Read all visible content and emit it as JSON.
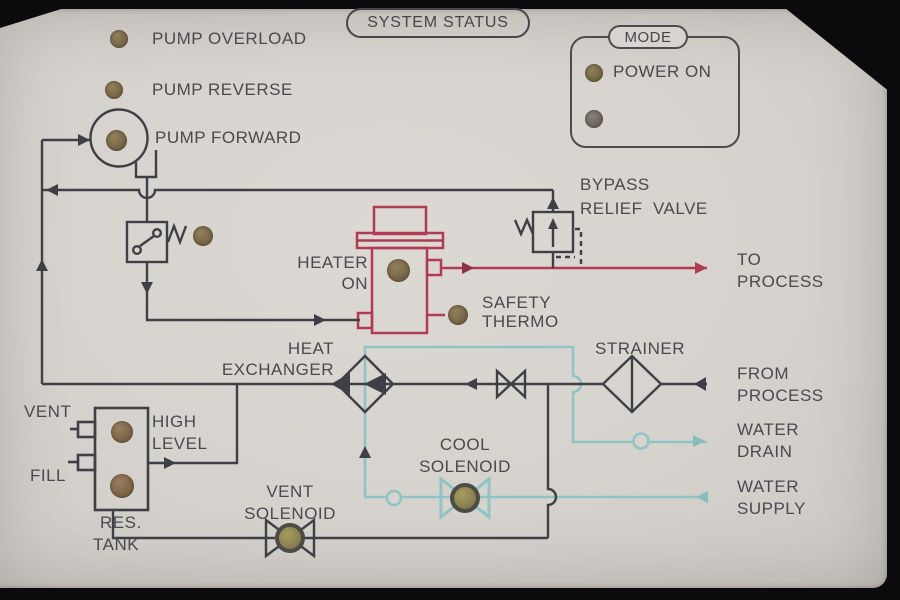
{
  "title": "SYSTEM STATUS",
  "colors": {
    "panel": "#d7d3ce",
    "pipe_line": "#3f3f46",
    "heater_red": "#b13c52",
    "cooling_teal": "#90c4c4",
    "text": "#49494f",
    "led_unlit_olive": "#7c6a49",
    "led_unlit_brown": "#7d6448"
  },
  "status_leds": {
    "overload": "PUMP OVERLOAD",
    "reverse": "PUMP REVERSE",
    "forward": "PUMP FORWARD"
  },
  "mode": {
    "label": "MODE",
    "power_on": "POWER ON"
  },
  "components": {
    "heater": {
      "line1": "HEATER",
      "line2": "ON"
    },
    "safety_thermo": {
      "line1": "SAFETY",
      "line2": "THERMO"
    },
    "bypass_valve": {
      "line1": "BYPASS",
      "line2": "RELIEF  VALVE"
    },
    "heat_exchanger": {
      "line1": "HEAT",
      "line2": "EXCHANGER"
    },
    "strainer": {
      "label": "STRAINER"
    },
    "cool_solenoid": {
      "line1": "COOL",
      "line2": "SOLENOID"
    },
    "vent_solenoid": {
      "line1": "VENT",
      "line2": "SOLENOID"
    },
    "tank": {
      "line1": "RES.",
      "line2": "TANK",
      "high1": "HIGH",
      "high2": "LEVEL",
      "vent": "VENT",
      "fill": "FILL"
    }
  },
  "ports": {
    "to_process": {
      "line1": "TO",
      "line2": "PROCESS"
    },
    "from_process": {
      "line1": "FROM",
      "line2": "PROCESS"
    },
    "water_drain": {
      "line1": "WATER",
      "line2": "DRAIN"
    },
    "water_supply": {
      "line1": "WATER",
      "line2": "SUPPLY"
    }
  }
}
